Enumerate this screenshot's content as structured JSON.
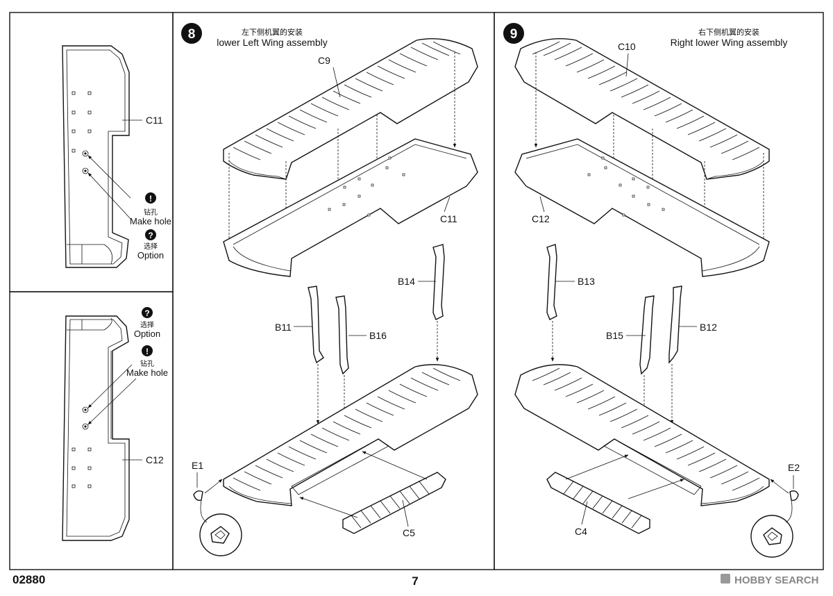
{
  "page": {
    "product_code": "02880",
    "page_number": "7",
    "watermark": "HOBBY SEARCH"
  },
  "left_panel": {
    "top": {
      "part_label": "C11",
      "make_hole_cn": "钻孔",
      "make_hole_en": "Make hole",
      "option_cn": "选择",
      "option_en": "Option",
      "make_hole_symbol": "!",
      "option_symbol": "?"
    },
    "bottom": {
      "part_label": "C12",
      "option_cn": "选择",
      "option_en": "Option",
      "make_hole_cn": "钻孔",
      "make_hole_en": "Make hole",
      "option_symbol": "?",
      "make_hole_symbol": "!"
    }
  },
  "step8": {
    "number": "8",
    "title_cn": "左下侧机翼的安装",
    "title_en": "lower Left Wing assembly",
    "parts": {
      "upper": "C9",
      "lower": "C11",
      "strut_a": "B14",
      "strut_b": "B11",
      "strut_c": "B16",
      "tip": "E1",
      "aileron": "C5"
    }
  },
  "step9": {
    "number": "9",
    "title_cn": "右下侧机翼的安装",
    "title_en": "Right lower Wing assembly",
    "parts": {
      "upper": "C10",
      "lower": "C12",
      "strut_a": "B13",
      "strut_b": "B15",
      "strut_c": "B12",
      "tip": "E2",
      "aileron": "C4"
    }
  }
}
